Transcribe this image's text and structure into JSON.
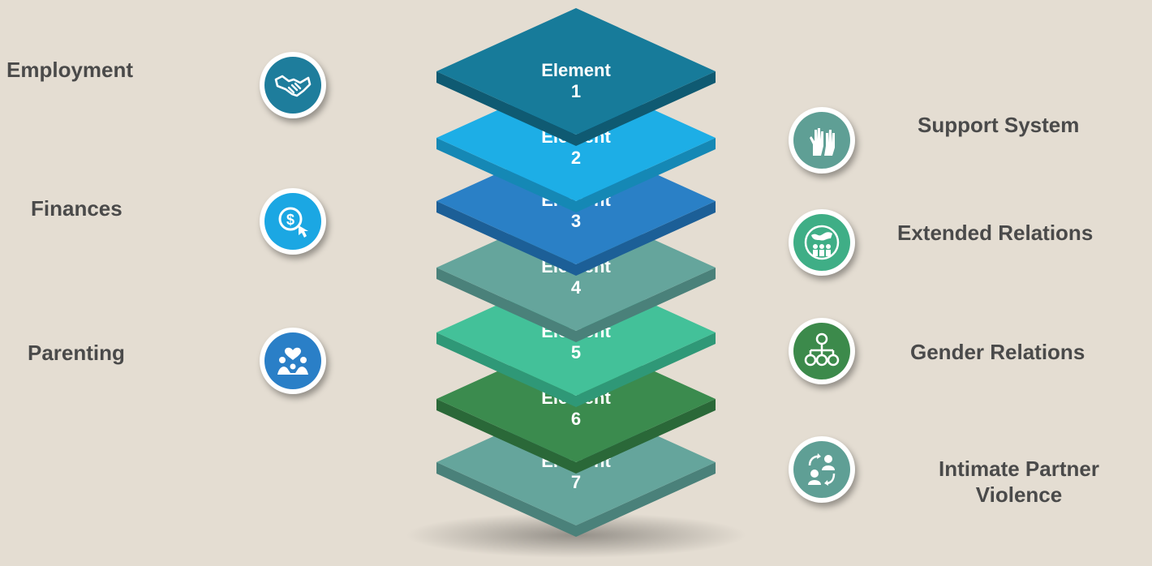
{
  "left_items": [
    {
      "label": "Employment",
      "icon": "handshake-icon",
      "color": "#1e7d9c"
    },
    {
      "label": "Finances",
      "icon": "dollar-coin-icon",
      "color": "#1ba7e3"
    },
    {
      "label": "Parenting",
      "icon": "family-heart-icon",
      "color": "#2a7fc7"
    }
  ],
  "right_items": [
    {
      "label": "Support System",
      "icon": "raised-hands-icon",
      "color": "#5f9f95"
    },
    {
      "label": "Extended Relations",
      "icon": "globe-people-icon",
      "color": "#3fae86"
    },
    {
      "label": "Gender Relations",
      "icon": "org-chart-icon",
      "color": "#3c8a4b"
    },
    {
      "label_line1": "Intimate Partner",
      "label_line2": "Violence",
      "icon": "exchange-people-icon",
      "color": "#5f9f95"
    }
  ],
  "layers": [
    {
      "title": "Element",
      "number": "1",
      "color": "#177b9a",
      "side": "#0f5a72"
    },
    {
      "title": "Element",
      "number": "2",
      "color": "#1daee6",
      "side": "#1588b5"
    },
    {
      "title": "Element",
      "number": "3",
      "color": "#2a80c6",
      "side": "#1c5f97"
    },
    {
      "title": "Element",
      "number": "4",
      "color": "#65a59c",
      "side": "#4a817a"
    },
    {
      "title": "Element",
      "number": "5",
      "color": "#43c199",
      "side": "#2f9877"
    },
    {
      "title": "Element",
      "number": "6",
      "color": "#3b8b4e",
      "side": "#2a6838"
    },
    {
      "title": "Element",
      "number": "7",
      "color": "#65a59c",
      "side": "#4a817a"
    }
  ]
}
